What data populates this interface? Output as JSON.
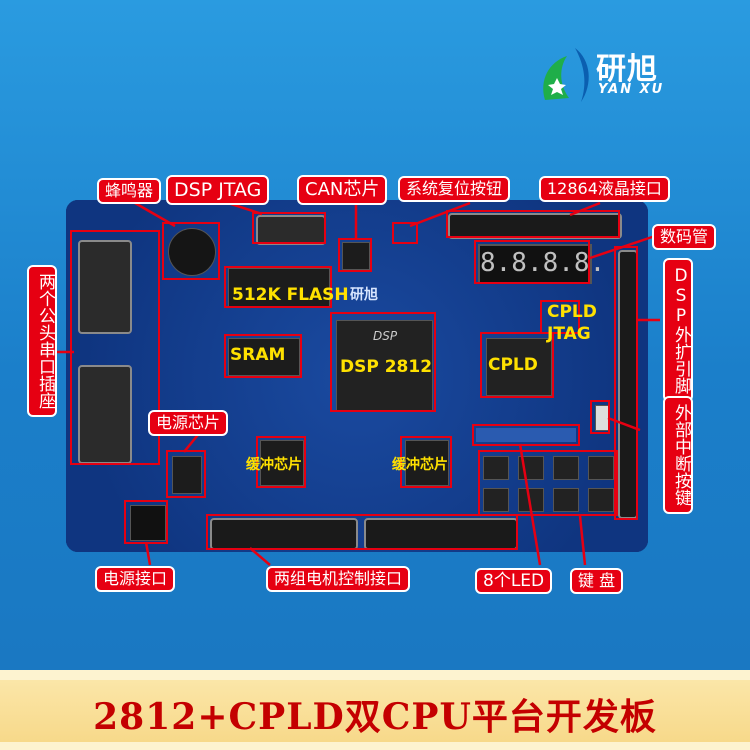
{
  "logo": {
    "name": "研旭",
    "sub": "YAN XU"
  },
  "labels": {
    "buzzer": "蜂鸣器",
    "dsp_jtag": "DSP JTAG",
    "can": "CAN芯片",
    "reset": "系统复位按钮",
    "lcd": "12864液晶接口",
    "digit": "数码管",
    "dsp_ext": "DSP外扩引脚",
    "serial": "两个公头串口插座",
    "flash": "512K FLASH",
    "sram": "SRAM",
    "dsp": "DSP 2812",
    "cpld": "CPLD",
    "cpld_jtag_1": "CPLD",
    "cpld_jtag_2": "JTAG",
    "ext_int": "外部中断按键",
    "power_chip": "电源芯片",
    "buffer_1": "缓冲芯片",
    "buffer_2": "缓冲芯片",
    "power_port": "电源接口",
    "motor": "两组电机控制接口",
    "led": "8个LED",
    "keyboard": "键 盘"
  },
  "display": {
    "digits": "8.8.8.8."
  },
  "chip_text": {
    "dsp_mark": "DSP",
    "silk": "研旭"
  },
  "footer": {
    "title": "2812+CPLD双CPU平台开发板"
  },
  "colors": {
    "accent": "#e60012",
    "label": "#ffe100",
    "board": "#103a86",
    "footer_text": "#c40000"
  }
}
